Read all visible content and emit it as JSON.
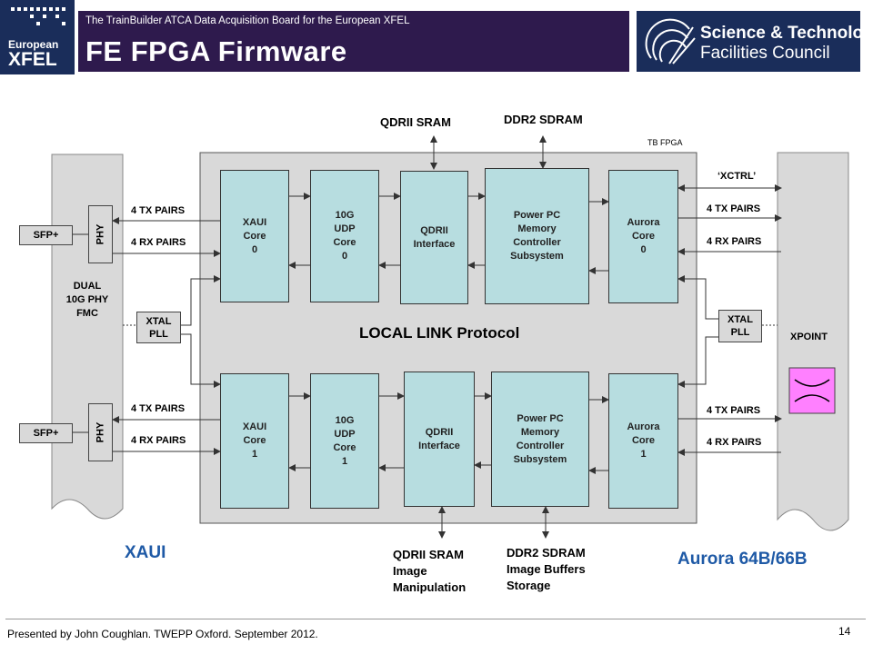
{
  "header": {
    "logo_line1": "European",
    "logo_line2": "XFEL",
    "subtitle": "The TrainBuilder  ATCA Data Acquisition Board for the European XFEL",
    "title": "FE FPGA Firmware",
    "stfc_line1": "Science & Technology",
    "stfc_line2": "Facilities Council"
  },
  "diagram": {
    "top_labels": {
      "qdrii_sram": "QDRII SRAM",
      "ddr2_sdram": "DDR2 SDRAM",
      "tb_fpga": "TB FPGA"
    },
    "fmc_label": [
      "DUAL",
      "10G PHY",
      "FMC"
    ],
    "xpoint_label": "XPOINT",
    "sfp_label": "SFP+",
    "phy_label": "PHY",
    "xtal_pll": [
      "XTAL",
      "PLL"
    ],
    "tx_pairs": "4 TX PAIRS",
    "rx_pairs": "4 RX PAIRS",
    "xctrl": "‘XCTRL’",
    "local_link": "LOCAL LINK Protocol",
    "row0": {
      "xaui": [
        "XAUI",
        "Core",
        "0"
      ],
      "udp": [
        "10G",
        "UDP",
        "Core",
        "0"
      ],
      "qdrii": [
        "QDRII",
        "Interface"
      ],
      "ppc": [
        "Power PC",
        "Memory",
        "Controller",
        "Subsystem"
      ],
      "aurora": [
        "Aurora",
        "Core",
        "0"
      ]
    },
    "row1": {
      "xaui": [
        "XAUI",
        "Core",
        "1"
      ],
      "udp": [
        "10G",
        "UDP",
        "Core",
        "1"
      ],
      "qdrii": [
        "QDRII",
        "Interface"
      ],
      "ppc": [
        "Power PC",
        "Memory",
        "Controller",
        "Subsystem"
      ],
      "aurora": [
        "Aurora",
        "Core",
        "1"
      ]
    },
    "bottom_qdrii": [
      "QDRII SRAM",
      "Image",
      "Manipulation"
    ],
    "bottom_ddr2": [
      "DDR2 SDRAM",
      "Image Buffers",
      "Storage"
    ],
    "xaui_label": "XAUI",
    "aurora_label": "Aurora 64B/66B",
    "colors": {
      "block": "#b7dde0",
      "xpoint_switch": "#ff80ff",
      "accent_blue": "#1f5aa6"
    }
  },
  "footer": {
    "presenter": "Presented by John Coughlan. TWEPP Oxford. September  2012.",
    "page": "14"
  }
}
